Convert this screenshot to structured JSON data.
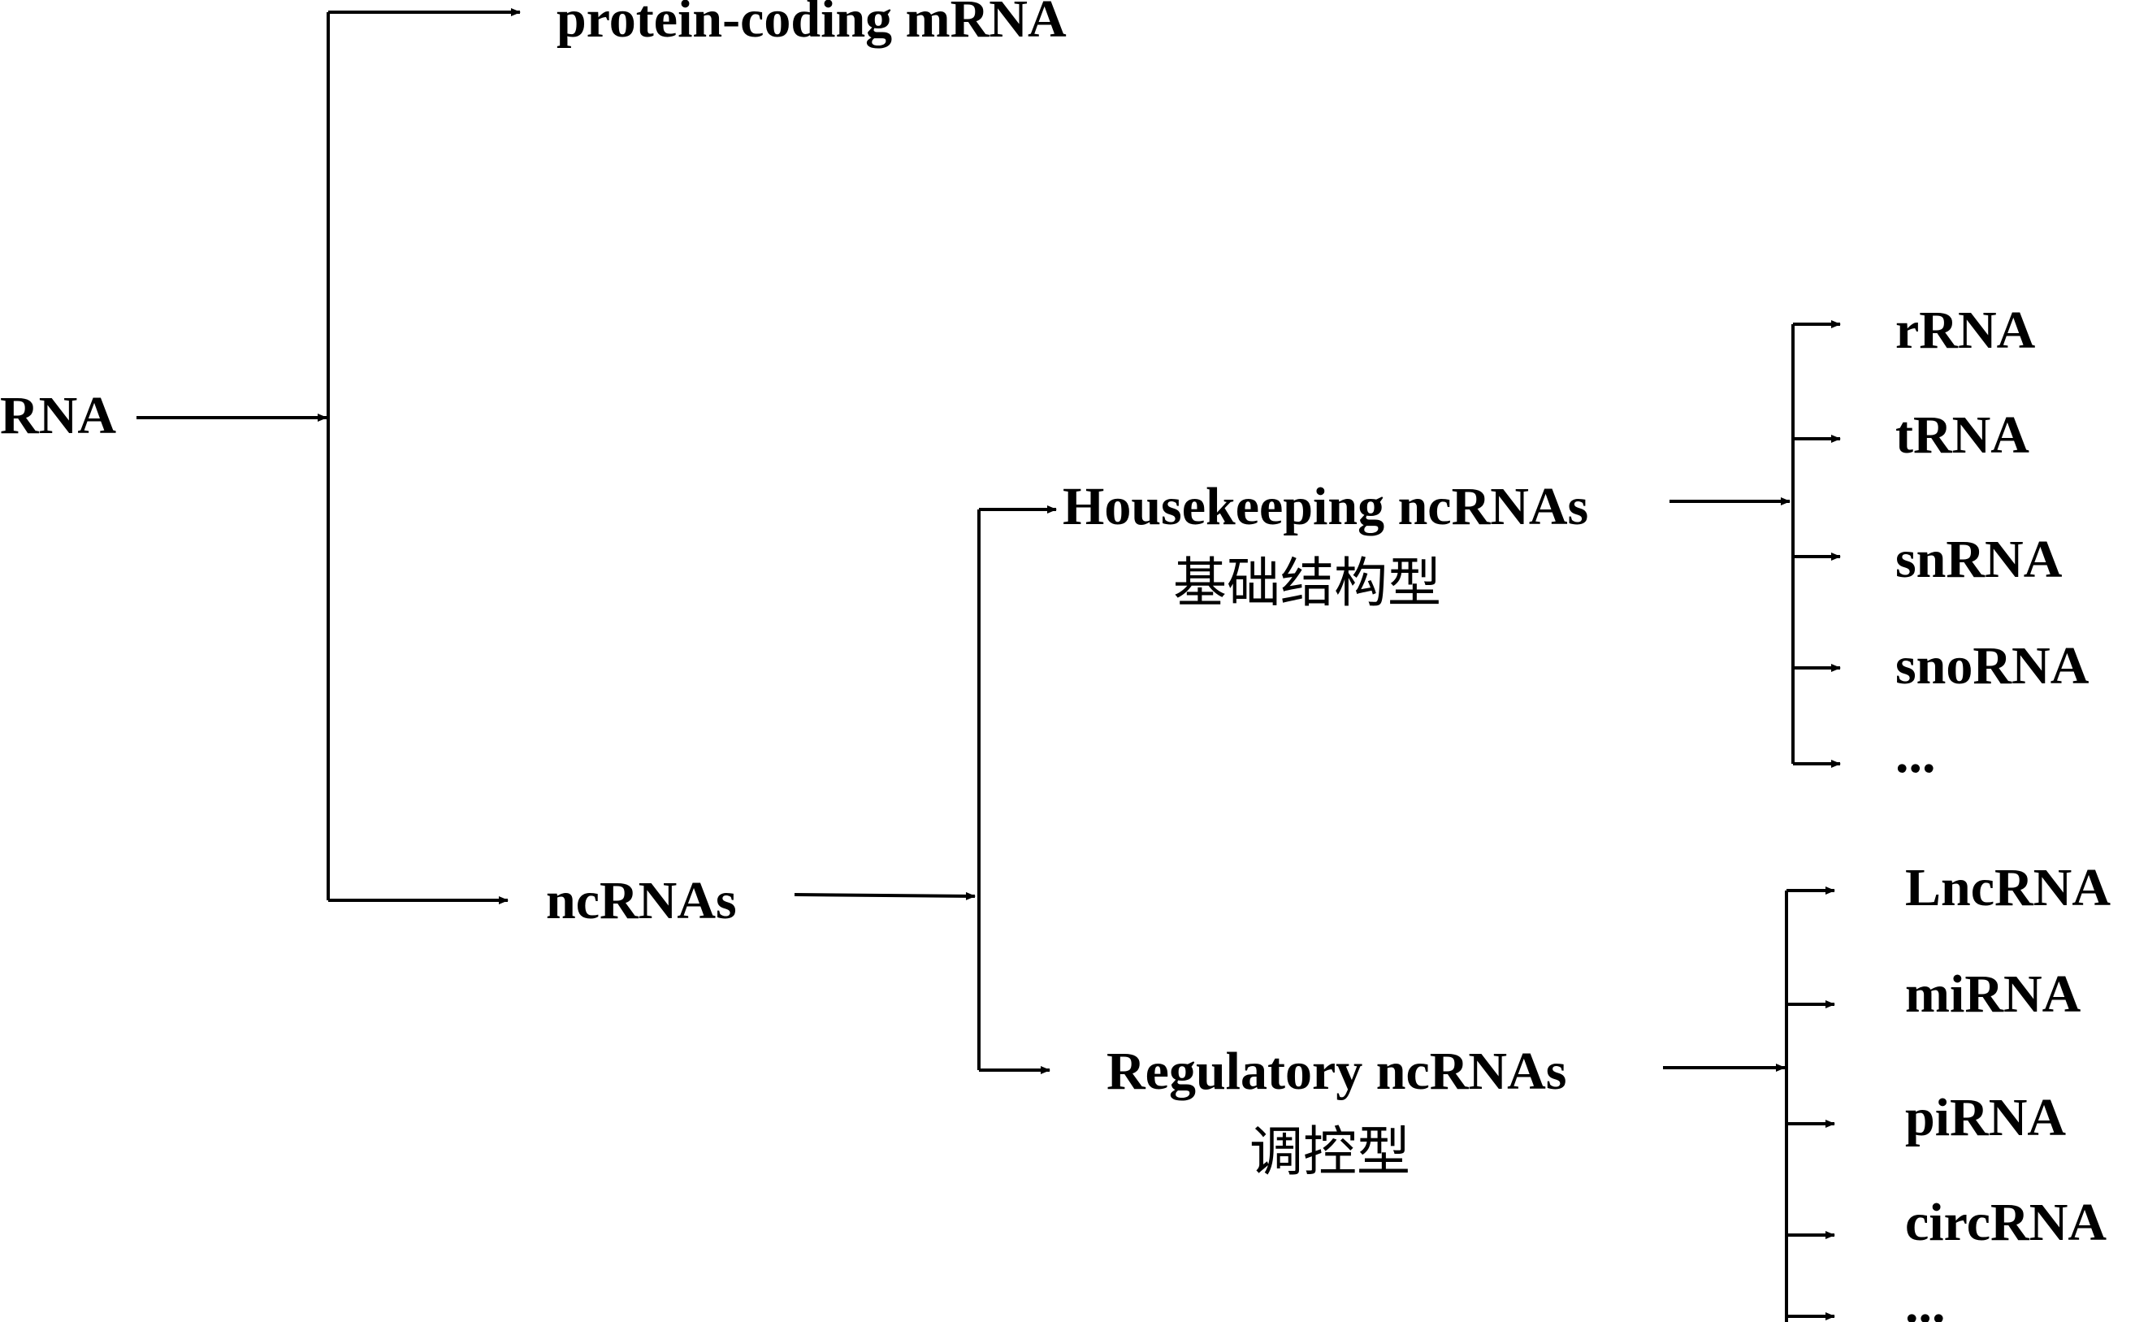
{
  "tree": {
    "root": "RNA",
    "coding": "protein-coding mRNA",
    "noncoding": "ncRNAs",
    "housekeeping": {
      "label": "Housekeeping ncRNAs",
      "label_cn": "基础结构型"
    },
    "regulatory": {
      "label": "Regulatory ncRNAs",
      "label_cn": "调控型"
    },
    "housekeeping_items": [
      "rRNA",
      "tRNA",
      "snRNA",
      "snoRNA",
      "..."
    ],
    "regulatory_items": [
      "LncRNA",
      "miRNA",
      "piRNA",
      "circRNA",
      "..."
    ]
  }
}
